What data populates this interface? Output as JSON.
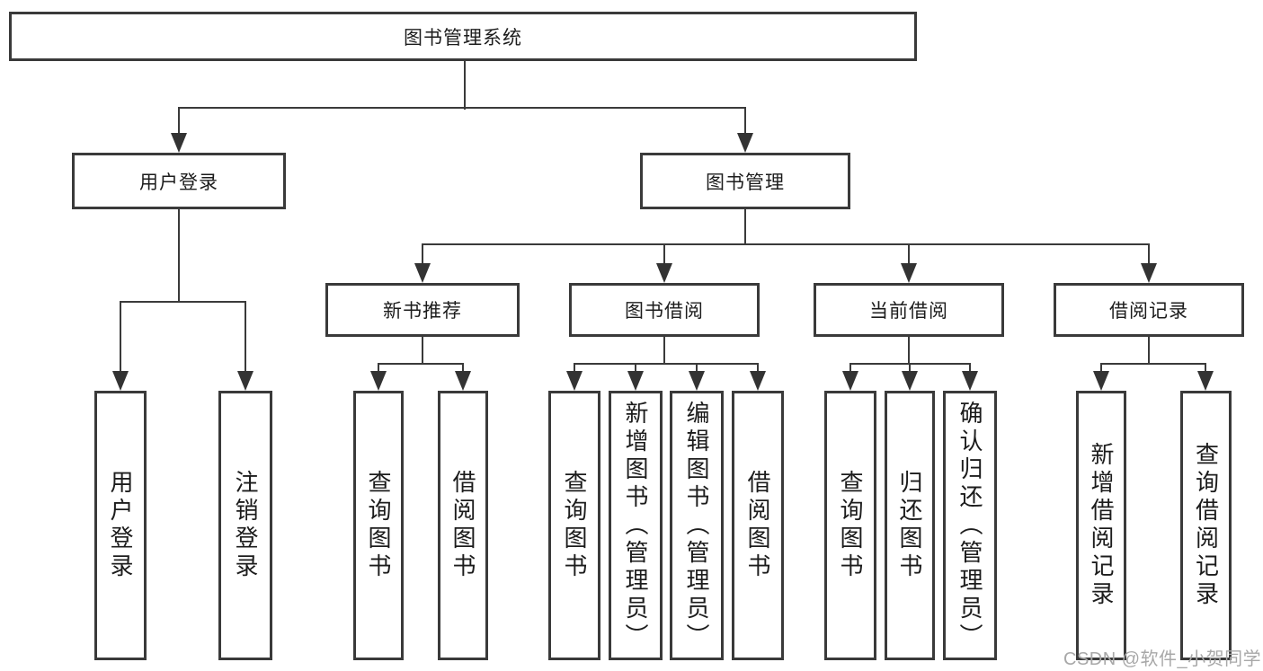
{
  "tree": {
    "label": "图书管理系统",
    "children": [
      {
        "label": "用户登录",
        "children": [
          {
            "label": "用户登录"
          },
          {
            "label": "注销登录"
          }
        ]
      },
      {
        "label": "图书管理",
        "children": [
          {
            "label": "新书推荐",
            "children": [
              {
                "label": "查询图书"
              },
              {
                "label": "借阅图书"
              }
            ]
          },
          {
            "label": "图书借阅",
            "children": [
              {
                "label": "查询图书"
              },
              {
                "label": "新增图书（管理员）"
              },
              {
                "label": "编辑图书（管理员）"
              },
              {
                "label": "借阅图书"
              }
            ]
          },
          {
            "label": "当前借阅",
            "children": [
              {
                "label": "查询图书"
              },
              {
                "label": "归还图书"
              },
              {
                "label": "确认归还（管理员）"
              }
            ]
          },
          {
            "label": "借阅记录",
            "children": [
              {
                "label": "新增借阅记录"
              },
              {
                "label": "查询借阅记录"
              }
            ]
          }
        ]
      }
    ]
  },
  "watermark": {
    "text": "CSDN @软件_小贺同学"
  },
  "colors": {
    "line": "#3a3a3a",
    "text": "#1c1c1c",
    "background": "#ffffff",
    "watermark": "#a8a8a8"
  }
}
